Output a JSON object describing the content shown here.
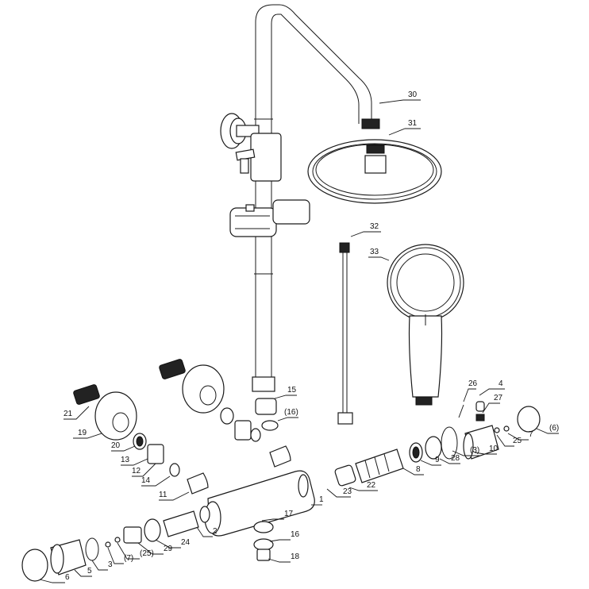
{
  "labels": {
    "p1": "1",
    "p2": "2",
    "p3": "3",
    "p3b": "(3)",
    "p4": "4",
    "p5": "5",
    "p6": "6",
    "p6b": "(6)",
    "p7": "7",
    "p7b": "(7)",
    "p8": "8",
    "p9": "9",
    "p10": "10",
    "p11": "11",
    "p12": "12",
    "p13": "13",
    "p14": "14",
    "p15": "15",
    "p16": "16",
    "p16b": "(16)",
    "p17": "17",
    "p18": "18",
    "p19": "19",
    "p20": "20",
    "p21": "21",
    "p22": "22",
    "p23": "23",
    "p24": "24",
    "p25": "25",
    "p25b": "(25)",
    "p26": "26",
    "p27": "27",
    "p28": "28",
    "p29": "29",
    "p30": "30",
    "p31": "31",
    "p32": "32",
    "p33": "33"
  }
}
